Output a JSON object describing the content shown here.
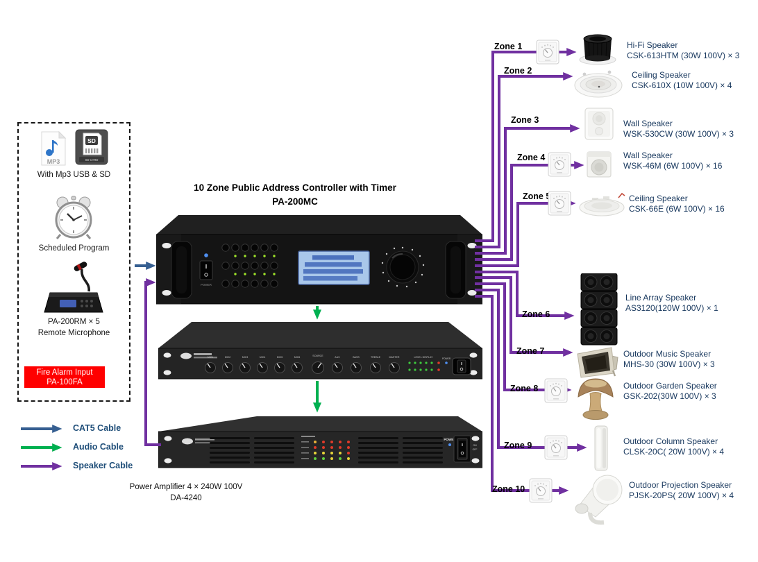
{
  "diagram": {
    "title_line1": "10 Zone Public Address Controller with Timer",
    "title_line2": "PA-200MC",
    "amp_caption_line1": "Power Amplifier 4 × 240W 100V",
    "amp_caption_line2": "DA-4240"
  },
  "sources_panel": {
    "mp3_icon_text": "MP3",
    "sd_icon_text": "SD",
    "sd_icon_sub": "SD CARD",
    "mp3_sd_label": "With Mp3 USB & SD",
    "schedule_label": "Scheduled Program",
    "remote_mic_line1": "PA-200RM × 5",
    "remote_mic_line2": "Remote Microphone",
    "fire_alarm_line1": "Fire Alarm Input",
    "fire_alarm_line2": "PA-100FA"
  },
  "legend": {
    "items": [
      {
        "label": "CAT5 Cable",
        "color": "#365F91"
      },
      {
        "label": "Audio Cable",
        "color": "#00B050"
      },
      {
        "label": "Speaker Cable",
        "color": "#7030A0"
      }
    ]
  },
  "devices": {
    "controller_power_label": "POWER",
    "mixer_knob_labels": [
      "MIC1",
      "MIC2",
      "MIC3",
      "MIC4",
      "MIC5",
      "MIC6",
      "SOURCE",
      "AUX",
      "BASS",
      "TREBLE",
      "MASTER"
    ],
    "mixer_level_label": "LEVEL DISPLAY",
    "mixer_power_label": "POWER",
    "amp_power_label": "POWER",
    "amp_switch_on": "ON",
    "amp_switch_off": "OFF"
  },
  "zones": [
    {
      "label": "Zone 1",
      "desc1": "Hi-Fi Speaker",
      "desc2": "CSK-613HTM (30W 100V) × 3",
      "volume_control": true
    },
    {
      "label": "Zone 2",
      "desc1": "Ceiling  Speaker",
      "desc2": "CSK-610X (10W 100V) × 4",
      "volume_control": false
    },
    {
      "label": "Zone 3",
      "desc1": "Wall Speaker",
      "desc2": "WSK-530CW (30W 100V) × 3",
      "volume_control": false
    },
    {
      "label": "Zone 4",
      "desc1": "Wall Speaker",
      "desc2": "WSK-46M (6W 100V) × 16",
      "volume_control": true
    },
    {
      "label": "Zone 5",
      "desc1": "Ceiling Speaker",
      "desc2": "CSK-66E (6W 100V) × 16",
      "volume_control": true
    },
    {
      "label": "Zone 6",
      "desc1": "Line Array Speaker",
      "desc2": "AS3120(120W 100V) × 1",
      "volume_control": false
    },
    {
      "label": "Zone 7",
      "desc1": "Outdoor Music Speaker",
      "desc2": "MHS-30 (30W 100V) × 3",
      "volume_control": false
    },
    {
      "label": "Zone 8",
      "desc1": "Outdoor Garden Speaker",
      "desc2": "GSK-202(30W 100V) × 3",
      "volume_control": true
    },
    {
      "label": "Zone 9",
      "desc1": "Outdoor  Column Speaker",
      "desc2": "CLSK-20C( 20W 100V) × 4",
      "volume_control": true
    },
    {
      "label": "Zone 10",
      "desc1": "Outdoor  Projection Speaker",
      "desc2": "PJSK-20PS( 20W 100V) × 4",
      "volume_control": true
    }
  ],
  "colors": {
    "cat5_cable": "#365F91",
    "audio_cable": "#00B050",
    "speaker_cable": "#7030A0",
    "description_text": "#17375D",
    "fire_alarm_bg": "#FF0000"
  }
}
